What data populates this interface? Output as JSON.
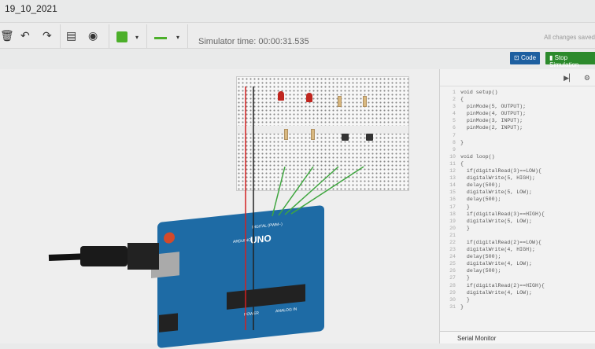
{
  "project_title": "19_10_2021",
  "toolbar": {
    "sim_time": "Simulator time: 00:00:31.535",
    "saved": "All changes saved",
    "code_label": "Code",
    "stop_label": "Stop Simulation",
    "color_swatch": "#4caf2a"
  },
  "board": {
    "logo": "UNO",
    "brand": "ARDUINO",
    "digital_label": "DIGITAL (PWM~)",
    "power_label": "POWER",
    "analog_label": "ANALOG IN"
  },
  "code": {
    "lines": [
      "void setup()",
      "{",
      "  pinMode(5, OUTPUT);",
      "  pinMode(4, OUTPUT);",
      "  pinMode(3, INPUT);",
      "  pinMode(2, INPUT);",
      "",
      "}",
      "",
      "void loop()",
      "{",
      "  if(digitalRead(3)==LOW){",
      "  digitalWrite(5, HIGH);",
      "  delay(500);",
      "  digitalWrite(5, LOW);",
      "  delay(500);",
      "  }",
      "  if(digitalRead(3)==HIGH){",
      "  digitalWrite(5, LOW);",
      "  }",
      "",
      "  if(digitalRead(2)==LOW){",
      "  digitalWrite(4, HIGH);",
      "  delay(500);",
      "  digitalWrite(4, LOW);",
      "  delay(500);",
      "  }",
      "  if(digitalRead(2)==HIGH){",
      "  digitalWrite(4, LOW);",
      "  }",
      "}"
    ]
  },
  "serial_monitor": "Serial Monitor"
}
